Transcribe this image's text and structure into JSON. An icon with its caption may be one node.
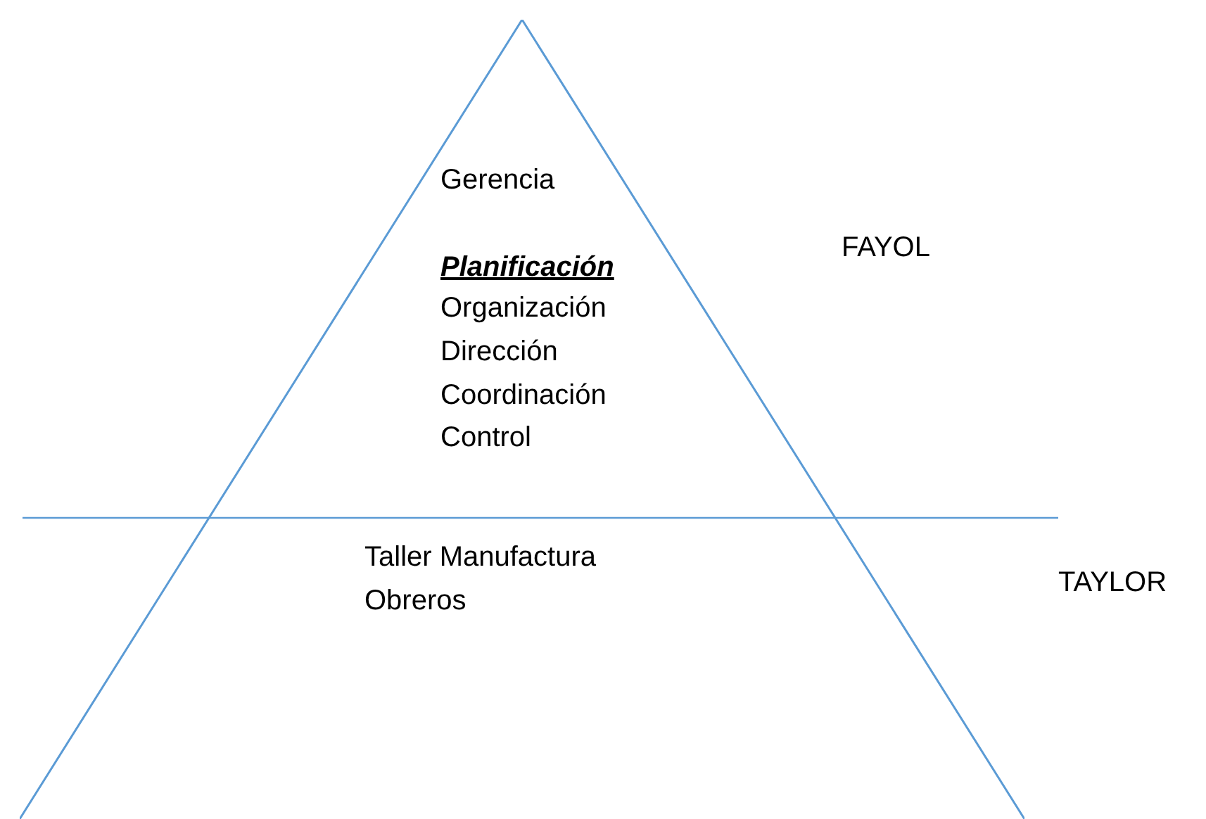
{
  "diagram": {
    "nodes": [
      {
        "text": [
          "Gerencia",
          "Planificación",
          "Organización",
          "Dirección",
          "Coordinación",
          "Control",
          "Taller Manufactura Obreros"
        ]
      }
    ],
    "edges": [],
    "labels": [
      "FAYOL",
      "TAYLOR"
    ]
  }
}
